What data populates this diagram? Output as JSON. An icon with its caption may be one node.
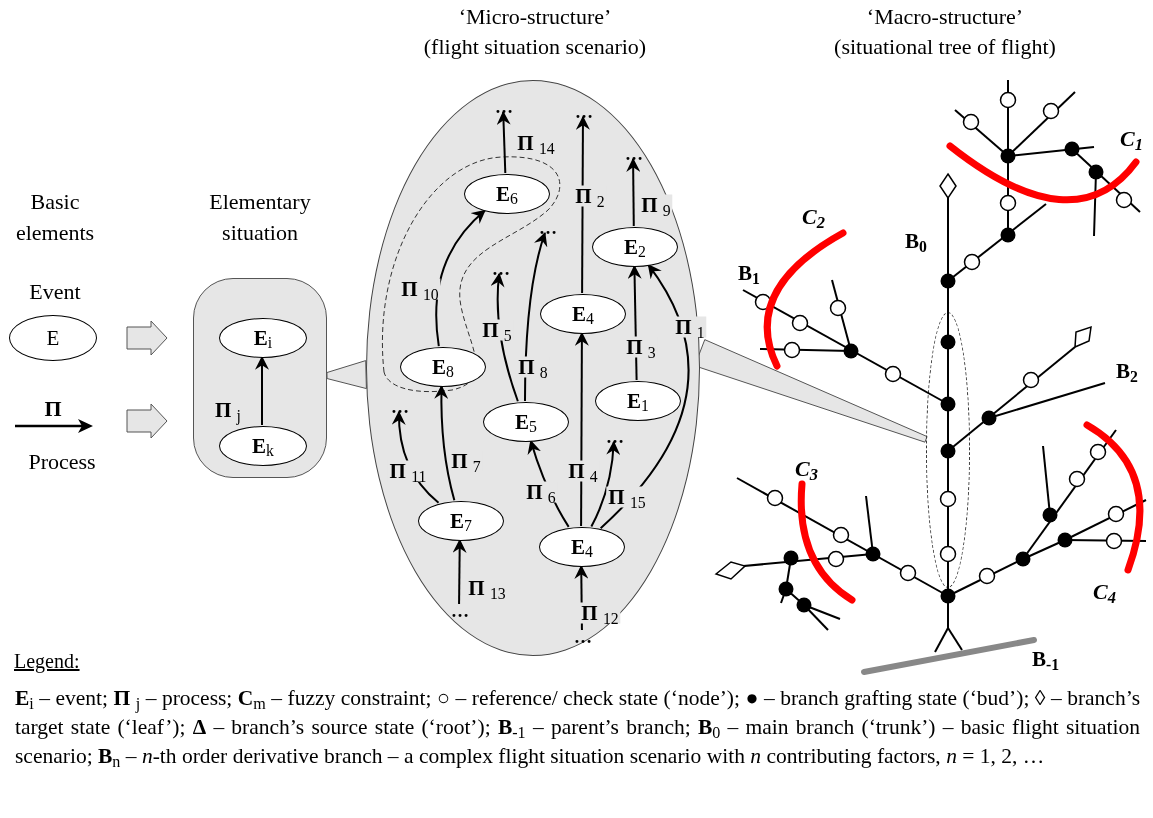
{
  "diagram": {
    "nodes": [
      {
        "text": [
          "E"
        ],
        "beside": [
          "Event"
        ]
      },
      {
        "text": [],
        "shape": "box"
      },
      {
        "text": [
          "**E**$_{i}$"
        ],
        "in": 1
      },
      {
        "text": [
          "**E**$_{k}$"
        ],
        "in": 1
      },
      {
        "text": [],
        "shape": "ellipse"
      },
      {
        "text": [
          "**E**$_{6}$"
        ],
        "in": 4
      },
      {
        "text": [
          "**E**$_{2}$"
        ],
        "in": 4
      },
      {
        "text": [
          "**E**$_{4}$"
        ],
        "in": 4
      },
      {
        "text": [
          "**E**$_{8}$"
        ],
        "in": 4
      },
      {
        "text": [
          "**E**$_{1}$"
        ],
        "in": 4
      },
      {
        "text": [
          "**E**$_{5}$"
        ],
        "in": 4
      },
      {
        "text": [
          "**E**$_{7}$"
        ],
        "in": 4
      },
      {
        "text": [
          "**E**$_{4}$"
        ],
        "in": 4
      },
      {
        "text": [
          "…"
        ],
        "in": 4
      },
      {
        "text": [
          "…"
        ],
        "in": 4
      },
      {
        "text": [
          "…"
        ],
        "in": 4
      },
      {
        "text": [
          "…"
        ],
        "in": 4
      },
      {
        "text": [
          "…"
        ],
        "in": 4
      },
      {
        "text": [
          "…"
        ],
        "in": 4
      },
      {
        "text": [
          "…"
        ],
        "in": 4
      },
      {
        "text": [
          "…"
        ],
        "in": 4
      },
      {
        "text": [
          "…"
        ],
        "in": 4
      },
      {
        "text": [],
        "shape": "ellipse"
      }
    ],
    "edges": [
      {
        "from": 0,
        "to": 1,
        "arrow": "to",
        "style": "thick"
      },
      {
        "from": null,
        "to": 1,
        "arrow": "to",
        "style": "thick"
      },
      {
        "from": 3,
        "to": 2,
        "arrow": "to",
        "label": "**Π** $_{j}$"
      },
      {
        "from": 5,
        "to": 13,
        "arrow": "to",
        "label": "**Π** $_{14}$"
      },
      {
        "from": 7,
        "to": 14,
        "arrow": "to",
        "label": "**Π** $_{2}$"
      },
      {
        "from": 6,
        "to": 15,
        "arrow": "to",
        "label": "**Π** $_{9}$"
      },
      {
        "from": 9,
        "to": 6,
        "arrow": "to",
        "label": "**Π** $_{3}$"
      },
      {
        "from": 12,
        "to": 6,
        "arrow": "to",
        "label": "**Π** $_{1}$"
      },
      {
        "from": 8,
        "to": 5,
        "arrow": "to",
        "label": "**Π** $_{10}$"
      },
      {
        "from": 10,
        "to": 17,
        "arrow": "to",
        "label": "**Π** $_{5}$"
      },
      {
        "from": 10,
        "to": 16,
        "arrow": "to",
        "label": "**Π** $_{8}$"
      },
      {
        "from": 11,
        "to": 18,
        "arrow": "to",
        "label": "**Π** $_{11}$"
      },
      {
        "from": 11,
        "to": 8,
        "arrow": "to",
        "label": "**Π** $_{7}$"
      },
      {
        "from": 12,
        "to": 10,
        "arrow": "to",
        "label": "**Π** $_{6}$"
      },
      {
        "from": 12,
        "to": 7,
        "arrow": "to",
        "label": "**Π** $_{4}$"
      },
      {
        "from": 12,
        "to": 19,
        "arrow": "to",
        "label": "**Π** $_{15}$"
      },
      {
        "from": 20,
        "to": 11,
        "arrow": "to",
        "label": "**Π** $_{13}$"
      },
      {
        "from": 21,
        "to": 12,
        "arrow": "to",
        "label": "**Π** $_{12}$"
      },
      {
        "from": 4,
        "to": 1,
        "arrow": "none"
      },
      {
        "from": 4,
        "to": 22,
        "arrow": "none"
      }
    ],
    "labels": [
      "Basic elements",
      "Elementary situation",
      "‘Micro-structure’",
      "(flight situation scenario)",
      "‘Macro-structure’",
      "(situational tree of flight)",
      "Π",
      "Process",
      "C$_{1}$",
      "C$_{2}$",
      "B$_{0}$",
      "B$_{1}$",
      "B$_{2}$",
      "C$_{3}$",
      "C$_{4}$",
      "B$_{-1}$",
      "Legend:",
      "**E**$_{i}$ – event; **Π** $_{j}$ – process; **C**$_{m}$ – fuzzy constraint; ○ – reference/ check state (‘node’); ● – branch grafting state (‘bud’); ◊ – branch’s target state (‘leaf’); **Δ** – branch’s source state (‘root’); **B**$_{-1}$ – parent’s branch; **B**$_{0}$ – main branch (‘trunk’) – basic flight situation scenario; **B**$_{n}$ – *n*-th order derivative branch – a complex flight situation scenario with *n* contributing factors, *n* = 1, 2, …"
    ]
  }
}
